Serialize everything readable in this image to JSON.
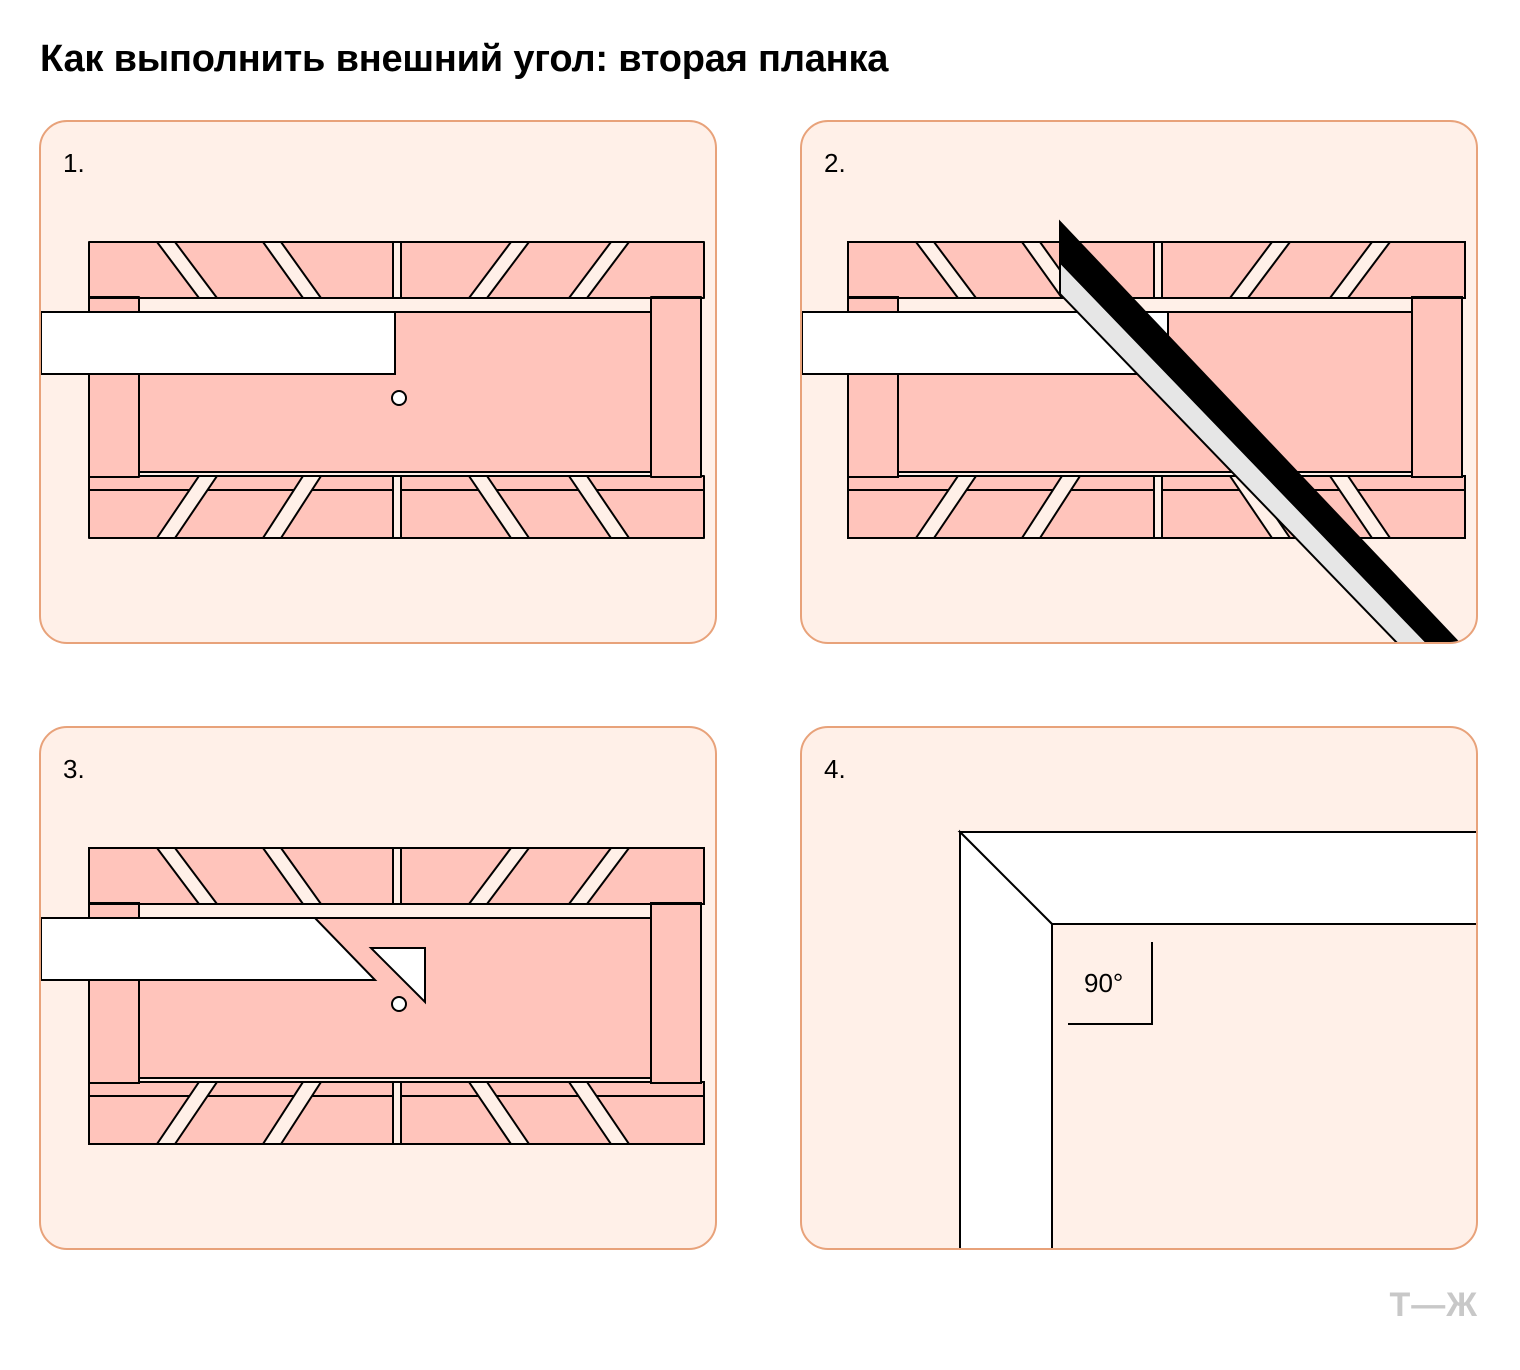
{
  "title": "Как выполнить внешний угол: вторая планка",
  "steps": [
    {
      "number": "1."
    },
    {
      "number": "2."
    },
    {
      "number": "3."
    },
    {
      "number": "4.",
      "angle_label": "90°"
    }
  ],
  "logo": "Т—Ж",
  "colors": {
    "panel_bg": "#fff0e8",
    "panel_border": "#e8a27a",
    "miter_box": "#ffc4bb",
    "strip": "#ffffff",
    "saw_blade": "#000000",
    "saw_edge": "#e6e6e6",
    "logo": "#c8c8c8"
  }
}
